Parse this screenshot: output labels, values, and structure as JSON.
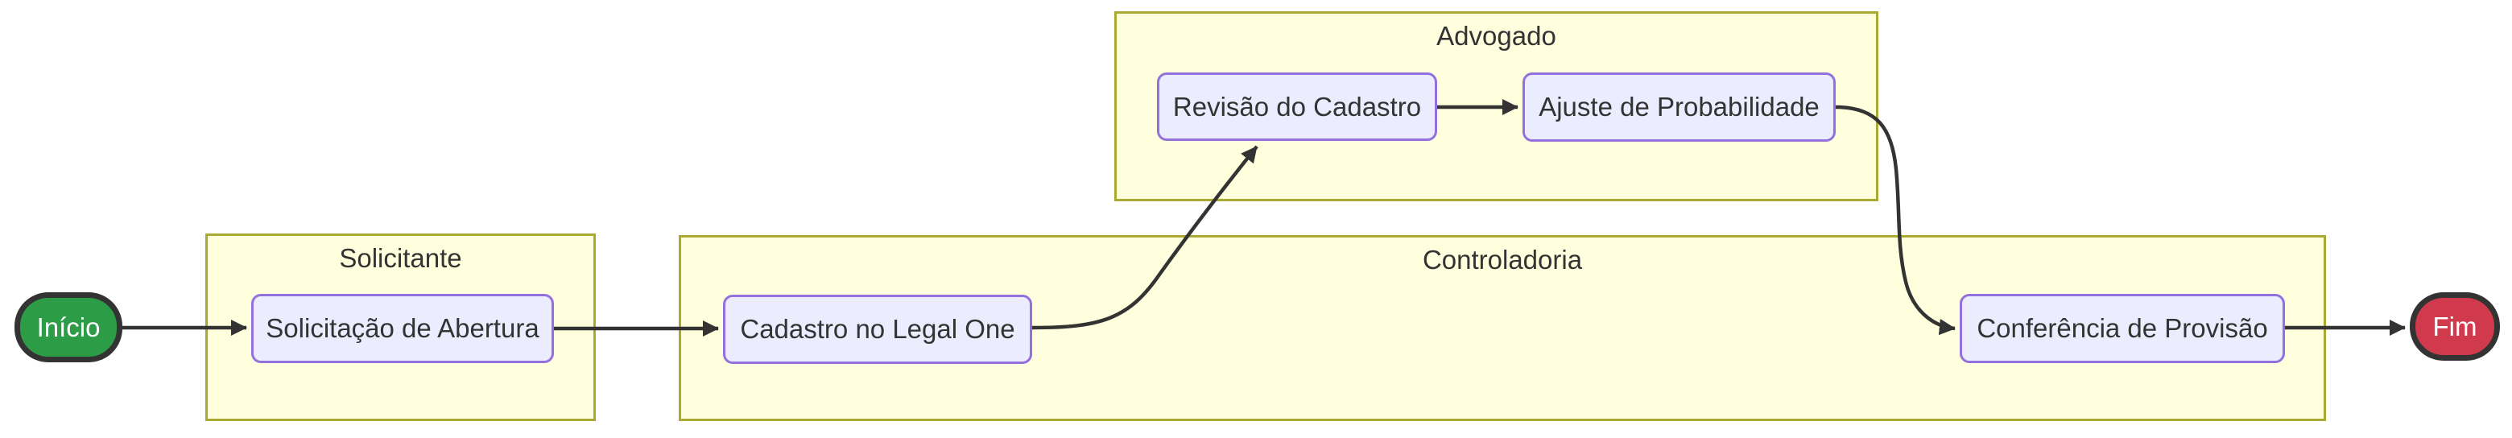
{
  "diagram": {
    "type": "flowchart",
    "direction": "left-to-right",
    "background": "#ffffff",
    "colors": {
      "subgraph_fill": "#ffffde",
      "subgraph_border": "#aaaa33",
      "process_fill": "#ececff",
      "process_border": "#9370db",
      "start_fill": "#2c9c46",
      "end_fill": "#d03a4c",
      "terminal_border": "#333333",
      "terminal_text": "#ffffff",
      "edge": "#333333",
      "text": "#333333"
    },
    "subgraphs": {
      "solicitante": {
        "label": "Solicitante"
      },
      "controladoria": {
        "label": "Controladoria"
      },
      "advogado": {
        "label": "Advogado"
      }
    },
    "nodes": {
      "inicio": {
        "label": "Início",
        "type": "start"
      },
      "solicitacao": {
        "label": "Solicitação de Abertura",
        "type": "process",
        "lane": "Solicitante"
      },
      "cadastro": {
        "label": "Cadastro no Legal One",
        "type": "process",
        "lane": "Controladoria"
      },
      "revisao": {
        "label": "Revisão do Cadastro",
        "type": "process",
        "lane": "Advogado"
      },
      "ajuste": {
        "label": "Ajuste de Probabilidade",
        "type": "process",
        "lane": "Advogado"
      },
      "conferencia": {
        "label": "Conferência de Provisão",
        "type": "process",
        "lane": "Controladoria"
      },
      "fim": {
        "label": "Fim",
        "type": "end"
      }
    },
    "edges": [
      {
        "from": "Início",
        "to": "Solicitação de Abertura"
      },
      {
        "from": "Solicitação de Abertura",
        "to": "Cadastro no Legal One"
      },
      {
        "from": "Cadastro no Legal One",
        "to": "Revisão do Cadastro"
      },
      {
        "from": "Revisão do Cadastro",
        "to": "Ajuste de Probabilidade"
      },
      {
        "from": "Ajuste de Probabilidade",
        "to": "Conferência de Provisão"
      },
      {
        "from": "Conferência de Provisão",
        "to": "Fim"
      }
    ]
  }
}
